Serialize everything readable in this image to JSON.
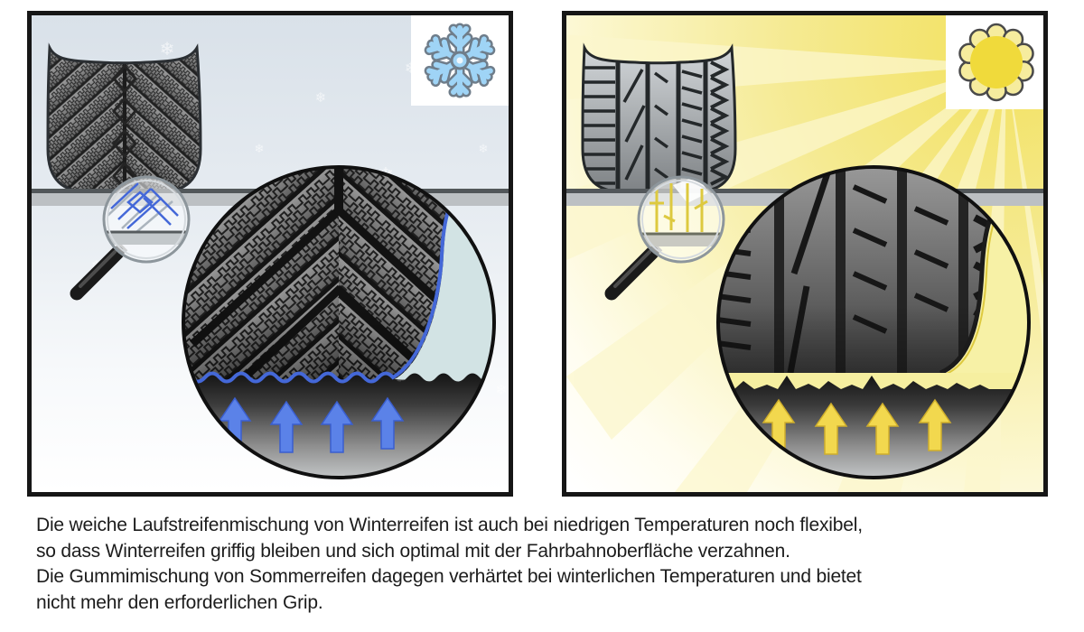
{
  "caption": {
    "line1": "Die weiche Laufstreifenmischung von Winterreifen ist auch bei niedrigen Temperaturen noch flexibel,",
    "line2": "so dass Winterreifen griffig bleiben und sich optimal mit der Fahrbahnoberfläche verzahnen.",
    "line3": "Die Gummimischung von Sommerreifen dagegen verhärtet bei winterlichen Temperaturen und bietet",
    "line4": "nicht mehr den erforderlichen Grip."
  },
  "panels": {
    "winter": {
      "weather_icon": "snowflake-icon",
      "magnifier_icon": "magnifying-glass-icon",
      "tire_type": "winter-tire-tread",
      "grip_arrows_count": 4
    },
    "summer": {
      "weather_icon": "sun-icon",
      "magnifier_icon": "magnifying-glass-icon",
      "tire_type": "summer-tire-tread",
      "grip_arrows_count": 4
    }
  },
  "colors": {
    "panel_border": "#161616",
    "text_color": "#1c1c1c",
    "winter_accent": "#4468d8",
    "winter_arrow": "#5b82e8",
    "ice_color": "#d2e3e4",
    "snowflake_blue": "#9fd4f6",
    "snowflake_outline": "#6f7d8a",
    "sun_yellow": "#f0da3b",
    "sun_petal": "#f6ec9e",
    "summer_arrow": "#f2d84e",
    "summer_accent": "#ddc93f",
    "summer_gap": "#f6efa0",
    "summer_shoulder": "#f7f1a6",
    "road_gray": "#bcc0c3"
  }
}
